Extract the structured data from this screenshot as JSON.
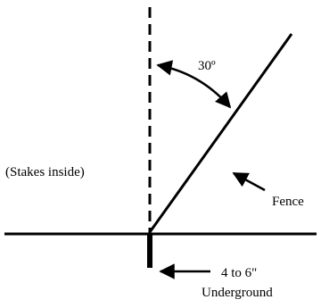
{
  "diagram": {
    "angle_label": "30º",
    "angle_degrees": 30,
    "stakes_label": "(Stakes inside)",
    "fence_label": "Fence",
    "depth_label": "4 to 6\"",
    "underground_label": "Underground",
    "line_color": "#000000",
    "background_color": "#ffffff"
  }
}
